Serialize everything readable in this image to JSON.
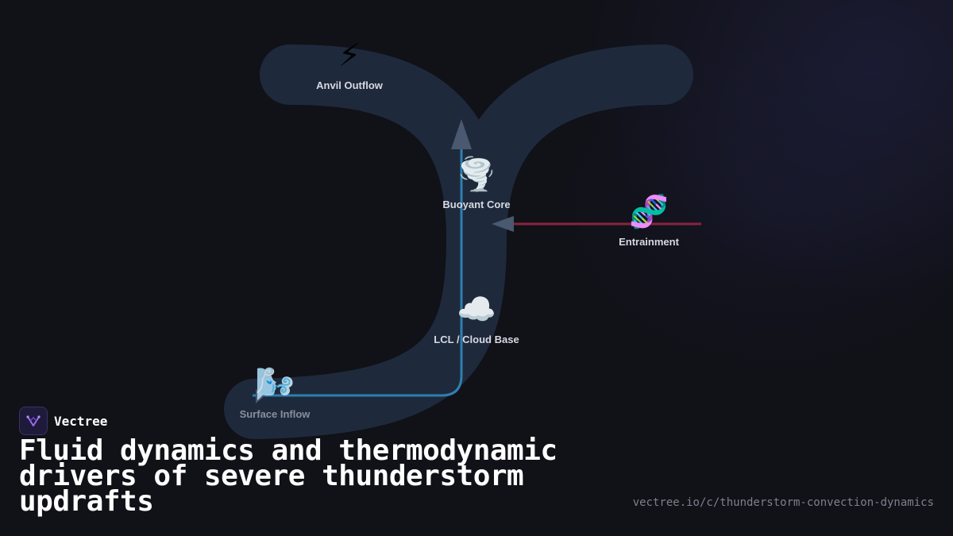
{
  "brand": {
    "name": "Vectree"
  },
  "title": "Fluid dynamics and thermodynamic drivers of severe thunderstorm updrafts",
  "url": "vectree.io/c/thunderstorm-convection-dynamics",
  "nodes": [
    {
      "id": "anvil",
      "icon": "lightning-icon",
      "emoji": "⚡",
      "label": "Anvil Outflow"
    },
    {
      "id": "core",
      "icon": "tornado-icon",
      "emoji": "🌪️",
      "label": "Buoyant Core"
    },
    {
      "id": "entrainment",
      "icon": "dna-icon",
      "emoji": "🧬",
      "label": "Entrainment"
    },
    {
      "id": "lcl",
      "icon": "cloud-icon",
      "emoji": "☁️",
      "label": "LCL / Cloud Base"
    },
    {
      "id": "inflow",
      "icon": "wind-icon",
      "emoji": "🌬️",
      "label": "Surface Inflow"
    }
  ],
  "colors": {
    "background": "#111118",
    "band": "#1e2a3c",
    "updraft_line": "#2e7fb0",
    "entrainment_line": "#8a2340",
    "arrow": "#4a5870",
    "label": "#d6d9e2",
    "title": "#ffffff",
    "url": "#7d808c"
  }
}
